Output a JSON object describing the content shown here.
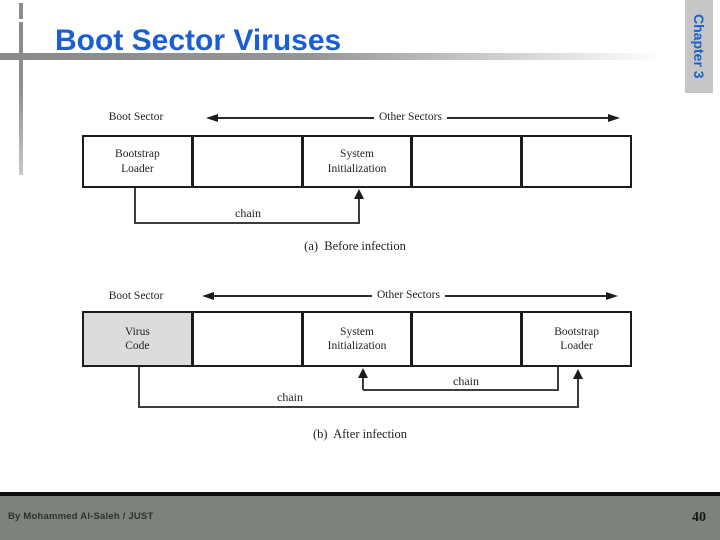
{
  "slide": {
    "title": "Boot Sector Viruses",
    "chapter_tab": "Chapter 3"
  },
  "diagrams": {
    "before": {
      "boot_sector": "Boot Sector",
      "other_sectors": "Other Sectors",
      "cells": [
        "Bootstrap\nLoader",
        "",
        "System\nInitialization",
        "",
        ""
      ],
      "chain": "chain",
      "caption": "(a)  Before infection"
    },
    "after": {
      "boot_sector": "Boot Sector",
      "other_sectors": "Other Sectors",
      "cells": [
        "Virus\nCode",
        "",
        "System\nInitialization",
        "",
        "Bootstrap\nLoader"
      ],
      "chain_upper": "chain",
      "chain_lower": "chain",
      "caption": "(b)  After infection"
    }
  },
  "footer": {
    "author": "By Mohammed Al-Saleh / JUST",
    "page_number": "40"
  },
  "colors": {
    "title_blue": "#1a5ed0",
    "chapter_tab_bg": "#c6c6c6",
    "footer_bg": "#7d827a",
    "virus_cell_fill": "#dcdcdc",
    "diagram_ink": "#1c1c1c"
  }
}
